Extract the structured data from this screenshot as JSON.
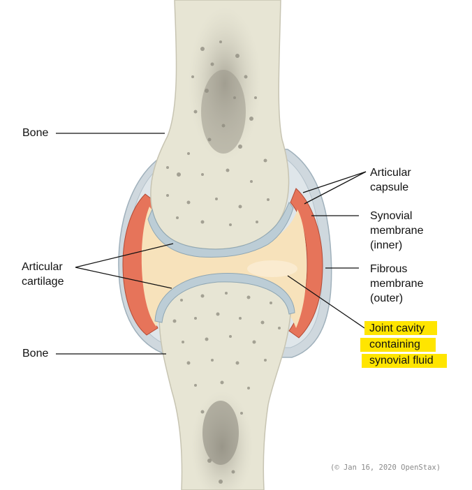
{
  "labels": {
    "bone_top": "Bone",
    "bone_bottom": "Bone",
    "articular_cartilage": [
      "Articular",
      "cartilage"
    ],
    "articular_capsule": [
      "Articular",
      "capsule"
    ],
    "synovial_membrane": [
      "Synovial",
      "membrane",
      "(inner)"
    ],
    "fibrous_membrane": [
      "Fibrous",
      "membrane",
      "(outer)"
    ],
    "joint_cavity": [
      "Joint cavity",
      "containing",
      "synovial fluid"
    ]
  },
  "credit": "(© Jan 16, 2020 OpenStax)",
  "colors": {
    "bone": "#e7e5d4",
    "bone_pore": "#8d8a7e",
    "cartilage": "#bccdd6",
    "synovial_fluid": "#f7e2bb",
    "synovial_membrane": "#e6745a",
    "fibrous_capsule": "#cfd8de",
    "highlight": "#ffe500"
  },
  "icons": [
    "bone-shape",
    "cartilage-layer",
    "joint-capsule",
    "leader-line"
  ]
}
